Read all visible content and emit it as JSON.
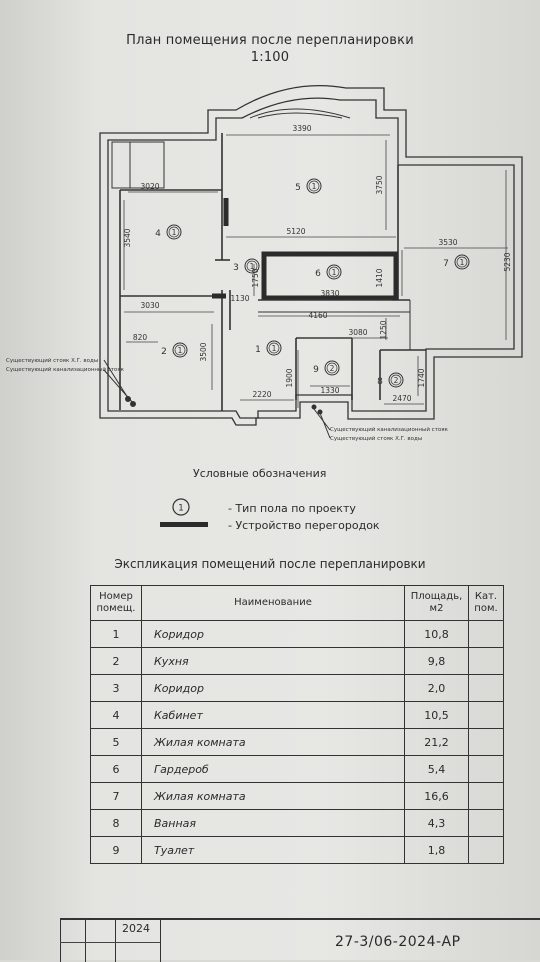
{
  "title": {
    "line1": "План помещения  после перепланировки",
    "line2": "1:100"
  },
  "plan": {
    "rooms": [
      {
        "num": "1",
        "floor": "1"
      },
      {
        "num": "2",
        "floor": "1"
      },
      {
        "num": "3",
        "floor": "1"
      },
      {
        "num": "4",
        "floor": "1"
      },
      {
        "num": "5",
        "floor": "1"
      },
      {
        "num": "6",
        "floor": "1"
      },
      {
        "num": "7",
        "floor": "1"
      },
      {
        "num": "8",
        "floor": "2"
      },
      {
        "num": "9",
        "floor": "2"
      }
    ],
    "dimensions": [
      "3390",
      "3020",
      "3750",
      "5120",
      "3530",
      "3540",
      "5230",
      "3830",
      "1410",
      "1750",
      "1130",
      "3030",
      "4160",
      "3080",
      "1250",
      "820",
      "3500",
      "1900",
      "1330",
      "1740",
      "2220",
      "2470"
    ],
    "notes": {
      "left_1": "Существующий стояк Х.Г. воды",
      "left_2": "Существующий канализационный стояк",
      "bottom_1": "Существующий канализационный стояк",
      "bottom_2": "Существующий стояк Х.Г. воды"
    }
  },
  "legend": {
    "heading": "Условные обозначения",
    "symbol_num": "1",
    "floor_type": "- Тип пола по проекту",
    "partition": "- Устройство перегородок"
  },
  "table": {
    "title": "Экспликация помещений после перепланировки",
    "headers": {
      "num": "Номер помещ.",
      "name": "Наименование",
      "area": "Площадь, м2",
      "cat": "Кат. пом."
    },
    "rows": [
      {
        "num": "1",
        "name": "Коридор",
        "area": "10,8"
      },
      {
        "num": "2",
        "name": "Кухня",
        "area": "9,8"
      },
      {
        "num": "3",
        "name": "Коридор",
        "area": "2,0"
      },
      {
        "num": "4",
        "name": "Кабинет",
        "area": "10,5"
      },
      {
        "num": "5",
        "name": "Жилая комната",
        "area": "21,2"
      },
      {
        "num": "6",
        "name": "Гардероб",
        "area": "5,4"
      },
      {
        "num": "7",
        "name": "Жилая комната",
        "area": "16,6"
      },
      {
        "num": "8",
        "name": "Ванная",
        "area": "4,3"
      },
      {
        "num": "9",
        "name": "Туалет",
        "area": "1,8"
      }
    ]
  },
  "stamp": {
    "year": "2024",
    "code": "27-3/06-2024-АР"
  }
}
